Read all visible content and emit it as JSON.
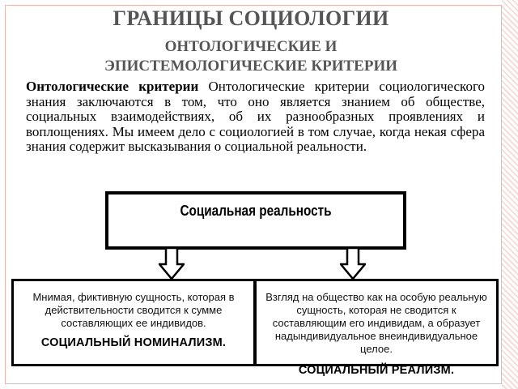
{
  "title": "ГРАНИЦЫ СОЦИОЛОГИИ",
  "subtitle_line1": "ОНТОЛОГИЧЕСКИЕ И",
  "subtitle_line2": "ЭПИСТЕМОЛОГИЧЕСКИЕ КРИТЕРИИ",
  "body": {
    "lead": "Онтологические критерии",
    "text": " Онтологические критерии социологического знания заключаются в том, что оно является знанием об обществе, социальных взаимодействиях, об их разнообразных проявлениях и воплощениях. Мы имеем дело с социологией в том случае, когда некая сфера знания содержит высказывания о социальной реальности."
  },
  "diagram": {
    "top_label": "Социальная реальность",
    "left": {
      "description": "Мнимая, фиктивную сущность, которая в действительности сводится к сумме составляющих ее индивидов.",
      "name": "СОЦИАЛЬНЫЙ НОМИНАЛИЗМ."
    },
    "right": {
      "description": "Взгляд на общество как на особую реальную сущность, которая не сводится к составляющим его индивидам, а образует надындивидуальное внеиндивидуальное целое.",
      "name": "СОЦИАЛЬНЫЙ РЕАЛИЗМ."
    }
  },
  "colors": {
    "heading": "#555555",
    "frame": "#e8b8b2"
  }
}
